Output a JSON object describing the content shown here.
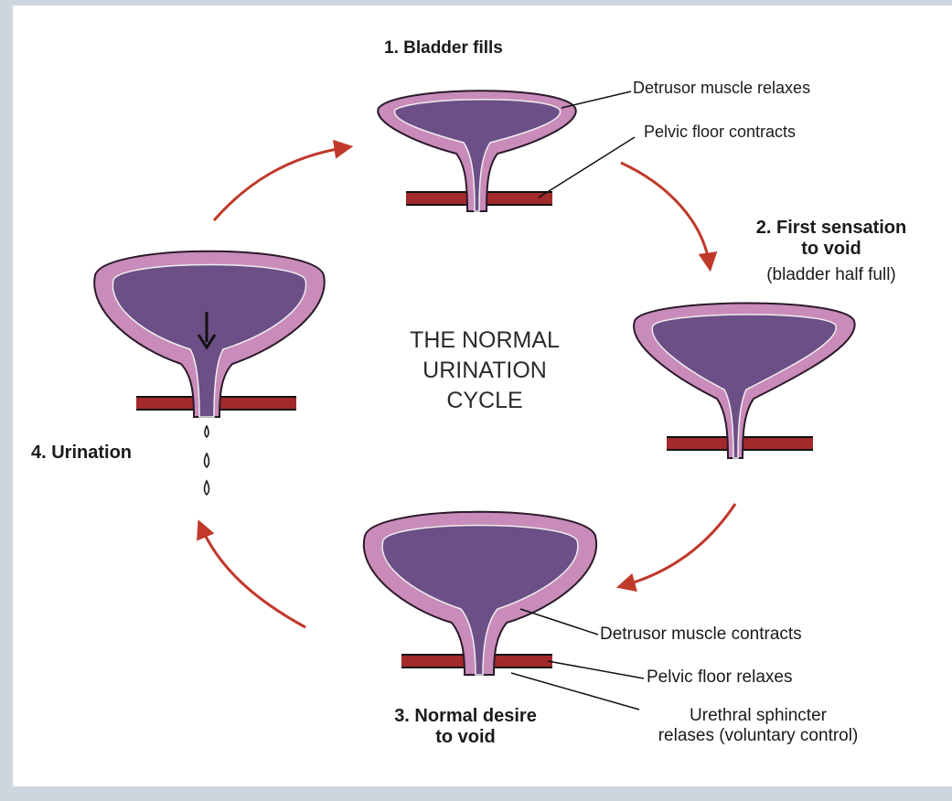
{
  "center_title": [
    "THE NORMAL",
    "URINATION",
    "CYCLE"
  ],
  "stages": {
    "stage1": {
      "title": "1. Bladder fills"
    },
    "stage2": {
      "title_line1": "2. First sensation",
      "title_line2": "to void",
      "note": "(bladder half full)"
    },
    "stage3": {
      "title_line1": "3. Normal desire",
      "title_line2": "to void"
    },
    "stage4": {
      "title": "4. Urination"
    }
  },
  "callouts": {
    "detrusor_relaxes": "Detrusor muscle relaxes",
    "pelvic_contracts": "Pelvic floor contracts",
    "detrusor_contracts": "Detrusor muscle contracts",
    "pelvic_relaxes": "Pelvic floor relaxes",
    "sphincter_line1": "Urethral sphincter",
    "sphincter_line2": "relases (voluntary control)"
  },
  "colors": {
    "bladder_outer": "#c98bb9",
    "bladder_inner": "#6b4f86",
    "muscle_red": "#a32a2a",
    "arrow_red": "#c0392b"
  }
}
